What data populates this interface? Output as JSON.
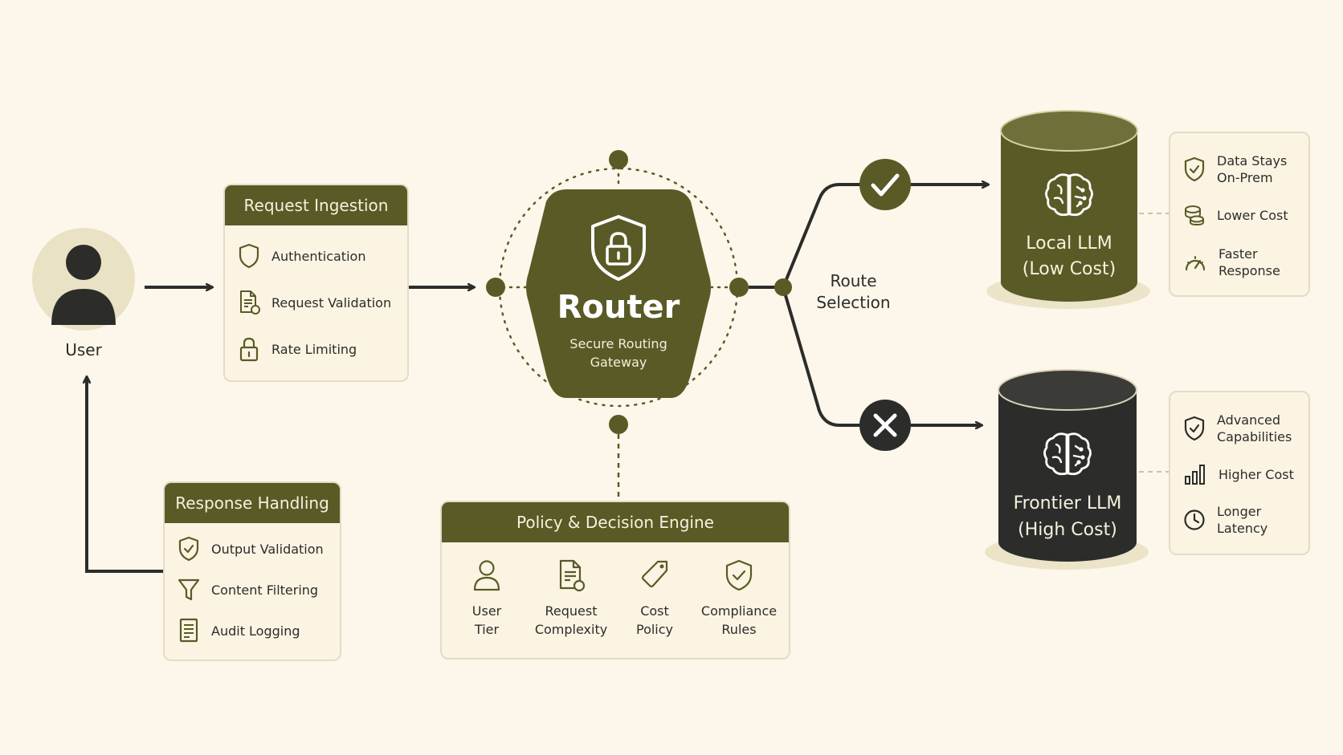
{
  "user": {
    "label": "User"
  },
  "request_ingestion": {
    "title": "Request Ingestion",
    "items": [
      {
        "label": "Authentication",
        "icon": "shield-icon"
      },
      {
        "label": "Request Validation",
        "icon": "document-check-icon"
      },
      {
        "label": "Rate Limiting",
        "icon": "lock-icon"
      }
    ]
  },
  "router": {
    "title": "Router",
    "subtitle_line1": "Secure Routing",
    "subtitle_line2": "Gateway",
    "icon": "shield-lock-icon"
  },
  "route_selection": {
    "line1": "Route",
    "line2": "Selection"
  },
  "local_llm": {
    "line1": "Local LLM",
    "line2": "(Low Cost)",
    "icon": "brain-icon",
    "status_icon": "check-icon",
    "features": [
      {
        "line1": "Data Stays",
        "line2": "On-Prem",
        "icon": "shield-check-icon"
      },
      {
        "line1": "Lower Cost",
        "line2": "",
        "icon": "coins-icon"
      },
      {
        "line1": "Faster",
        "line2": "Response",
        "icon": "gauge-icon"
      }
    ]
  },
  "frontier_llm": {
    "line1": "Frontier LLM",
    "line2": "(High Cost)",
    "icon": "brain-icon",
    "status_icon": "x-icon",
    "features": [
      {
        "line1": "Advanced",
        "line2": "Capabilities",
        "icon": "shield-check-icon"
      },
      {
        "line1": "Higher Cost",
        "line2": "",
        "icon": "bar-chart-icon"
      },
      {
        "line1": "Longer",
        "line2": "Latency",
        "icon": "clock-icon"
      }
    ]
  },
  "policy_engine": {
    "title": "Policy & Decision Engine",
    "items": [
      {
        "line1": "User",
        "line2": "Tier",
        "icon": "user-icon"
      },
      {
        "line1": "Request",
        "line2": "Complexity",
        "icon": "document-check-icon"
      },
      {
        "line1": "Cost",
        "line2": "Policy",
        "icon": "tag-icon"
      },
      {
        "line1": "Compliance",
        "line2": "Rules",
        "icon": "shield-check-icon"
      }
    ]
  },
  "response_handling": {
    "title": "Response Handling",
    "items": [
      {
        "label": "Output Validation",
        "icon": "shield-check-icon"
      },
      {
        "label": "Content Filtering",
        "icon": "filter-icon"
      },
      {
        "label": "Audit Logging",
        "icon": "document-icon"
      }
    ]
  },
  "colors": {
    "olive": "#5a5a26",
    "dark": "#2c2c2a",
    "background": "#fcf7ea",
    "panel": "#fbf4e3"
  }
}
